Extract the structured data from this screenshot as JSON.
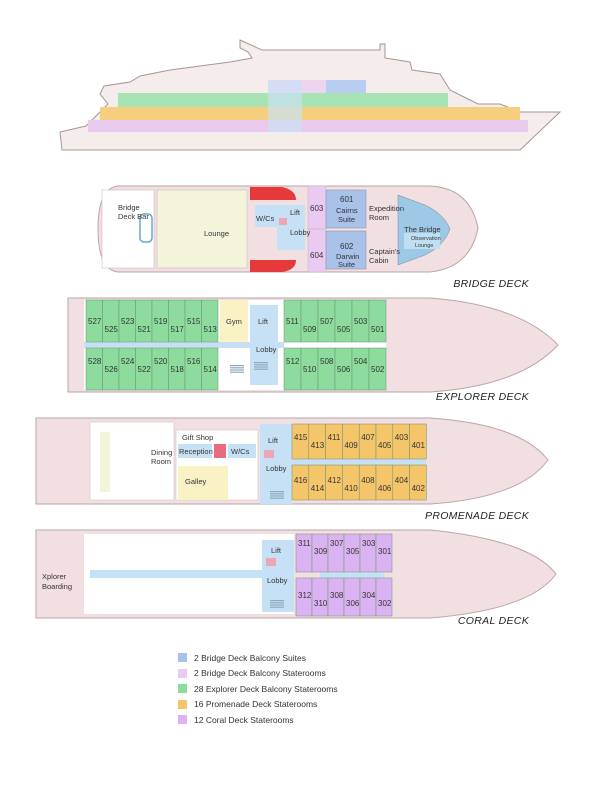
{
  "colors": {
    "hull": "#f2dfe1",
    "hull_stroke": "#b9a6a8",
    "bridge_suite": "#a9c2ea",
    "bridge_stateroom": "#eacaf3",
    "explorer": "#8ddc9e",
    "promenade": "#f5c56a",
    "coral": "#dcb3f2",
    "lift": "#c6e1f5",
    "lounge": "#f4f4da",
    "gym": "#f9f2c4",
    "stairs": "#8da9b9"
  },
  "decks": {
    "bridge": {
      "title": "BRIDGE DECK",
      "labels": {
        "bar": [
          "Bridge",
          "Deck Bar"
        ],
        "lounge": "Lounge",
        "wcs": "W/Cs",
        "lift": "Lift",
        "lobby": "Lobby",
        "expedition": [
          "Expedition",
          "Room"
        ],
        "captain": [
          "Captain's",
          "Cabin"
        ],
        "the_bridge": "The Bridge",
        "observation": [
          "Observation",
          "Lounge"
        ]
      },
      "rooms_small": [
        "603",
        "604"
      ],
      "suites": [
        {
          "num": "601",
          "name": [
            "Cairns",
            "Suite"
          ]
        },
        {
          "num": "602",
          "name": [
            "Darwin",
            "Suite"
          ]
        }
      ]
    },
    "explorer": {
      "title": "EXPLORER DECK",
      "labels": {
        "gym": "Gym",
        "lift": "Lift",
        "lobby": "Lobby"
      },
      "aft_top": [
        "527",
        "525",
        "523",
        "521",
        "519",
        "517",
        "515",
        "513"
      ],
      "aft_bottom": [
        "528",
        "526",
        "524",
        "522",
        "520",
        "518",
        "516",
        "514"
      ],
      "fwd_top": [
        "511",
        "509",
        "507",
        "505",
        "503",
        "501"
      ],
      "fwd_bottom": [
        "512",
        "510",
        "508",
        "506",
        "504",
        "502"
      ]
    },
    "promenade": {
      "title": "PROMENADE DECK",
      "labels": {
        "dining": [
          "Dining",
          "Room"
        ],
        "gift_shop": "Gift Shop",
        "reception": "Reception",
        "wcs": "W/Cs",
        "galley": "Galley",
        "lift": "Lift",
        "lobby": "Lobby"
      },
      "top": [
        "415",
        "413",
        "411",
        "409",
        "407",
        "405",
        "403",
        "401"
      ],
      "bottom": [
        "416",
        "414",
        "412",
        "410",
        "408",
        "406",
        "404",
        "402"
      ]
    },
    "coral": {
      "title": "CORAL DECK",
      "labels": {
        "boarding": [
          "Xplorer",
          "Boarding"
        ],
        "lift": "Lift",
        "lobby": "Lobby"
      },
      "top": [
        "311",
        "309",
        "307",
        "305",
        "303",
        "301"
      ],
      "bottom": [
        "312",
        "310",
        "308",
        "306",
        "304",
        "302"
      ]
    }
  },
  "legend": [
    {
      "label": "2 Bridge Deck Balcony Suites",
      "color": "#a9c2ea"
    },
    {
      "label": "2 Bridge Deck Balcony Staterooms",
      "color": "#eacaf3"
    },
    {
      "label": "28 Explorer Deck Balcony Staterooms",
      "color": "#8ddc9e"
    },
    {
      "label": "16 Promenade Deck Staterooms",
      "color": "#f5c56a"
    },
    {
      "label": "12 Coral Deck Staterooms",
      "color": "#dcb3f2"
    }
  ]
}
